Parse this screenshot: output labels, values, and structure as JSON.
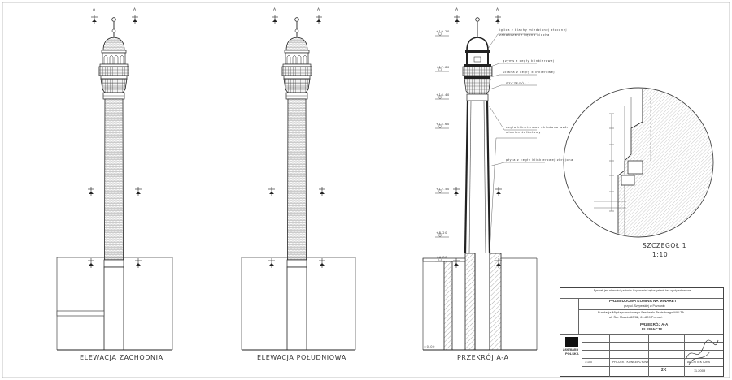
{
  "views": {
    "west": "ELEWACJA ZACHODNIA",
    "south": "ELEWACJA POŁUDNIOWA",
    "section": "PRZEKRÓJ A-A"
  },
  "detail": {
    "title": "SZCZEGÓŁ 1",
    "scale": "1:10"
  },
  "section_marks": [
    "A",
    "A",
    "A",
    "A",
    "A",
    "A"
  ],
  "section_notes": [
    "iglica z blachy miedzianej złoconej",
    "zakończenie bębna blacha",
    "gzyms z cegły klinkierowej",
    "ściana z cegły klinkierowej",
    "SZCZEGÓŁ 1",
    "cegła klinkierowa układana wzór",
    "wieniec żelbetowy",
    "płyta z cegły klinkierowej zbrojona"
  ],
  "levels": [
    "±0.00",
    "+4.80",
    "+8.20",
    "+12.50",
    "+15.60",
    "+16.40",
    "+17.80",
    "+19.20"
  ],
  "title_block": {
    "disclaimer": "Rysunek jest własnością autorów. Kopiowanie i wykorzystanie bez zgody zabronione.",
    "project": "PRZEBUDOWA KOMINA NA MINARET",
    "location": "przy ul. Szyperskiej w Poznaniu",
    "investor": "Fundacja Międzynarodowego Festiwalu Teatralnego MALTA",
    "address": "ul. Św. Marcin 80/82, 61-809 Poznań",
    "drawing_title_1": "PRZEKRÓJ A-A",
    "drawing_title_2": "ELEWACJE",
    "company_1": "assmann",
    "company_2": "POLSKA",
    "scale": "1:100",
    "phase": "PROJEKT KONCEPCYJNY",
    "branch": "ARCHITEKTURA",
    "number": "2K",
    "date": "11.2009"
  }
}
